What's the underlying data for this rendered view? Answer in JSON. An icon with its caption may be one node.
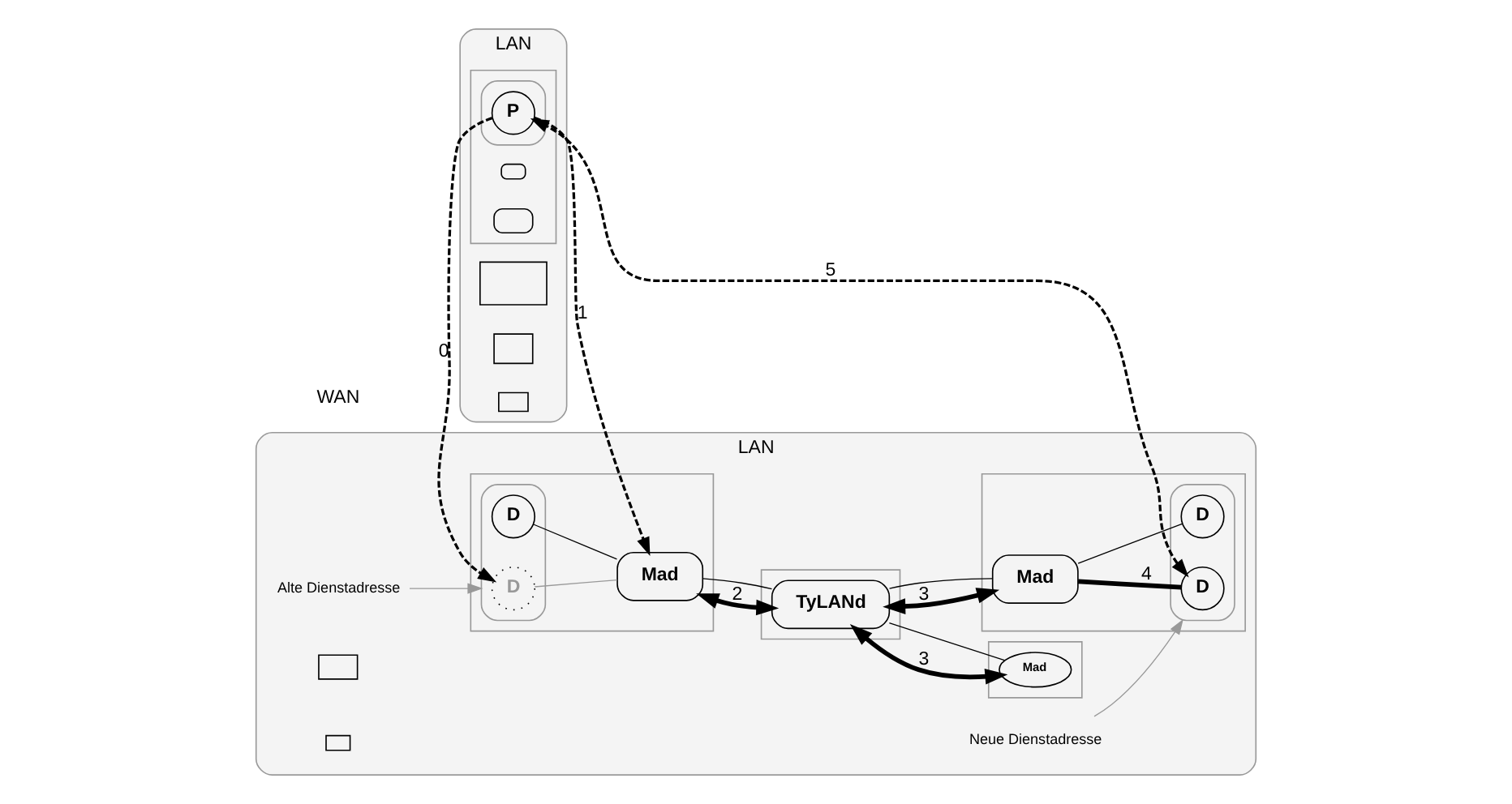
{
  "diagram": {
    "nodes": [
      {
        "text": [
          "LAN"
        ]
      },
      {
        "text": [],
        "shape": "box",
        "in": 0
      },
      {
        "text": [],
        "shape": "box",
        "in": 0
      },
      {
        "text": [],
        "shape": "box",
        "in": 0
      },
      {
        "text": [],
        "shape": "box",
        "in": 0
      },
      {
        "text": [],
        "shape": "box",
        "in": 4
      },
      {
        "text": [],
        "shape": "box",
        "in": 4
      },
      {
        "text": [],
        "shape": "box",
        "in": 4
      },
      {
        "text": [
          "P"
        ],
        "in": 7
      },
      {
        "text": [
          "LAN"
        ]
      },
      {
        "text": [
          "Alte Dienstadresse"
        ],
        "in": 9
      },
      {
        "text": [],
        "shape": "box",
        "in": 9
      },
      {
        "text": [],
        "shape": "box",
        "in": 11
      },
      {
        "text": [
          "D"
        ],
        "in": 12
      },
      {
        "text": [
          "D"
        ],
        "in": 12
      },
      {
        "text": [
          "Mad"
        ],
        "in": 11
      },
      {
        "text": [],
        "shape": "box",
        "in": 9
      },
      {
        "text": [
          "TyLANd"
        ],
        "in": 16
      },
      {
        "text": [],
        "shape": "box",
        "in": 9
      },
      {
        "text": [
          "Mad"
        ],
        "in": 18
      },
      {
        "text": [],
        "shape": "box",
        "in": 9
      },
      {
        "text": [],
        "shape": "box",
        "in": 9
      },
      {
        "text": [],
        "shape": "box",
        "in": 9
      },
      {
        "text": [
          "Mad"
        ],
        "in": 22
      },
      {
        "text": [],
        "shape": "box",
        "in": 22
      },
      {
        "text": [
          "D"
        ],
        "in": 24
      },
      {
        "text": [
          "D"
        ],
        "in": 24
      },
      {
        "text": [
          "Neue Dienstadresse"
        ],
        "in": 9
      }
    ],
    "edges": [
      {
        "from": 8,
        "to": 13,
        "arrow": "to",
        "label": "0",
        "style": "dashed"
      },
      {
        "from": 8,
        "to": 15,
        "arrow": "to",
        "label": "1",
        "style": "dashed"
      },
      {
        "from": 15,
        "to": 17,
        "arrow": "both",
        "label": "2",
        "style": "thick"
      },
      {
        "from": 17,
        "to": 23,
        "arrow": "both",
        "label": "3",
        "style": "thick"
      },
      {
        "from": 17,
        "to": 19,
        "arrow": "both",
        "label": "3",
        "style": "thick"
      },
      {
        "from": 23,
        "to": 25,
        "arrow": "none",
        "label": "4",
        "style": "thick"
      },
      {
        "from": 25,
        "to": 8,
        "arrow": "both",
        "label": "5",
        "style": "dashed"
      },
      {
        "from": 13,
        "to": 15,
        "arrow": "none",
        "color": "#999999"
      },
      {
        "from": 14,
        "to": 15,
        "arrow": "none"
      },
      {
        "from": 15,
        "to": 17,
        "arrow": "none"
      },
      {
        "from": 17,
        "to": 23,
        "arrow": "none"
      },
      {
        "from": 17,
        "to": 19,
        "arrow": "none"
      },
      {
        "from": 23,
        "to": 26,
        "arrow": "none"
      },
      {
        "from": 10,
        "to": 12,
        "arrow": "to",
        "color": "#999999"
      },
      {
        "from": 27,
        "to": 24,
        "arrow": "to",
        "color": "#999999"
      }
    ],
    "labels": [
      "WAN"
    ]
  }
}
